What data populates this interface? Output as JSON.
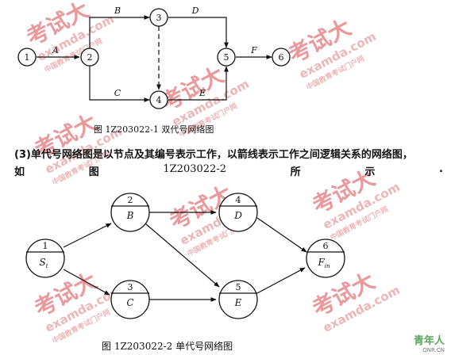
{
  "diagram1": {
    "caption": "图 1Z203022-1   双代号网络图",
    "nodes": [
      "1",
      "2",
      "3",
      "4",
      "5",
      "6"
    ],
    "activities": [
      {
        "label": "A",
        "from": "1",
        "to": "2"
      },
      {
        "label": "B",
        "from": "2",
        "to": "3"
      },
      {
        "label": "C",
        "from": "2",
        "to": "4"
      },
      {
        "label": "D",
        "from": "3",
        "to": "5"
      },
      {
        "label": "E",
        "from": "4",
        "to": "5"
      },
      {
        "label": "F",
        "from": "5",
        "to": "6"
      }
    ]
  },
  "paragraph": {
    "line1": "(3)单代号网络图是以节点及其编号表示工作，以箭线表示工作之间逻辑关系的网络图，",
    "line2": [
      "如",
      "图",
      "1Z203022-2",
      "所",
      "示",
      "."
    ]
  },
  "diagram2": {
    "caption": "图 1Z203022-2   单代号网络图",
    "nodes": [
      {
        "num": "1",
        "label": "S"
      },
      {
        "num": "2",
        "label": "B"
      },
      {
        "num": "3",
        "label": "C"
      },
      {
        "num": "4",
        "label": "D"
      },
      {
        "num": "5",
        "label": "E"
      },
      {
        "num": "6",
        "label": "F"
      }
    ],
    "label_subscripts": {
      "S": "t",
      "F": "in"
    }
  },
  "watermark": {
    "brand": "考试大",
    "domain": "examda.com",
    "subtitle": "中国教育考试门户网",
    "color": "#d8474a"
  },
  "logo": {
    "text": "青年人",
    "sub": "QNR.CN"
  }
}
